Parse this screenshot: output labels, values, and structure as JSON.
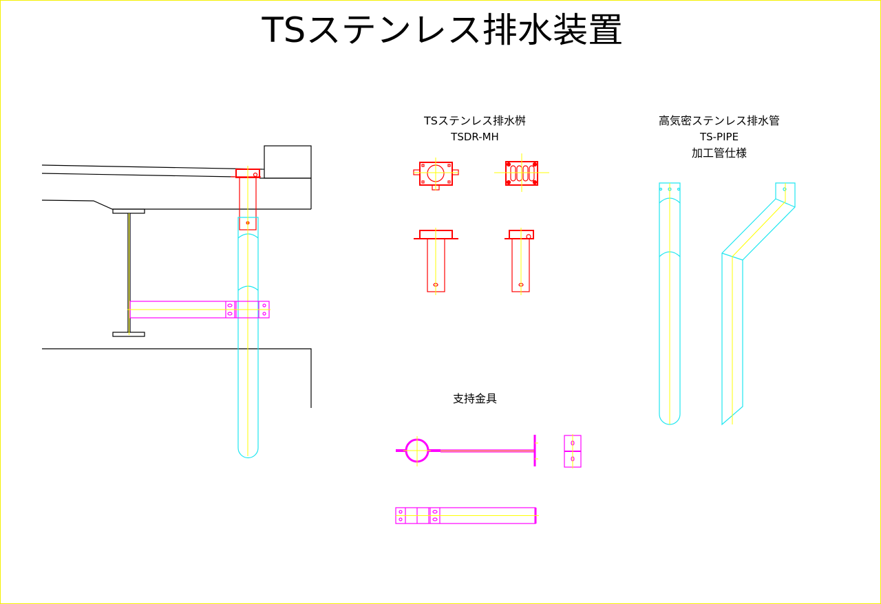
{
  "title": "TSステンレス排水装置",
  "sections": {
    "drain_basin": {
      "title": "TSステンレス排水桝",
      "model": "TSDR-MH"
    },
    "drain_pipe": {
      "title": "高気密ステンレス排水管",
      "model": "TS-PIPE",
      "spec": "加工管仕様"
    },
    "support": {
      "title": "支持金具"
    }
  },
  "colors": {
    "structure": "#000000",
    "drain": "#ff0000",
    "pipe": "#1ee6f0",
    "bracket": "#ff00ff",
    "centerline": "#ffff00",
    "frame": "#f5f000"
  }
}
